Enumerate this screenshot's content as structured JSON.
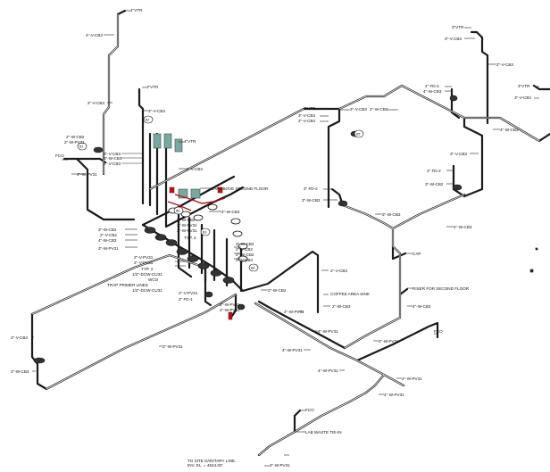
{
  "labels": {
    "vtr4_top": "4\"VTR",
    "v_cb3_4_top": "4\"-V-CB3",
    "vtr3_left": "3\"VTR",
    "v_cb3_3_left": "3\"-V-CB3",
    "v_cb3_2_left": "2\"-V-CB3",
    "w_cb2_2_left": "2\"-W-CB2",
    "w_pv31_2_left": "2\"-W-PV31",
    "fco_left": "FCO",
    "w_pv31_4_left": "4\"-W-PV31",
    "vtr4_mid": "4\"VTR",
    "v_cb3_4_mid": "4\"-V-CB3",
    "v_cb3_3_a": "3\"-V-CB3",
    "w_cb3_3_a": "3\"-W-CB3",
    "v_cb3_2_a": "2\"-V-CB3",
    "cap_above": "CAP ABOVE SECOND FLOOR",
    "w_cb2_4": "4\"-W-CB2",
    "w_cb2_3_a": "3\"-W-CB2",
    "v_cb2_2_a": "2\"-V-CB2",
    "w_cb3_4_a": "4\"-W-CB3",
    "w_pv31_3": "3\"-W-PV31",
    "typ4": "TYP. 4",
    "w_cb2_2_b": "2\"-W-CB2",
    "w_cb2_2_c": "2\"-W-CB2",
    "w_pv31_2_b": "2\"-W-PV31",
    "v_cb2_2_b": "2\"-V-CB2",
    "v_pv31_2_a": "2\"-V-PV31",
    "w_pv31_2_c": "2\"-W-PV31",
    "v_pv31_2_b": "2\"-V-PV31",
    "typ2": "TYP. 2",
    "dcw_cu_a": "1/2\"-DCW-CU31",
    "wco": "WCO",
    "trap_primer": "TRAP PRIMER LINES",
    "dcw_cu_b": "1/2\"-DCW-CU31",
    "v_pv31_2_c": "2\"-V-PV31",
    "fd1": "2\" FD-1",
    "w_pv31_2_d": "2\"-W-PV31",
    "w_pv31_4_b": "4\"-W-PV31",
    "w_cb2_2_d": "2\"-W-CB2",
    "v_cb3_2_b": "2\"-V-CB3",
    "coffee_sink": "COFFEE AREA SINK",
    "w_cb2_2_e": "2\"-W-CB2",
    "w_pv31_4_c": "4\"-W-PV31",
    "v_cb3_2_left_bot": "2\"-V-CB3",
    "w_cb3_2_left_bot": "2\"-W-CB3",
    "w_pv31_2_e": "2\"-W-PV31",
    "w_pv31_4_d": "4\"-W-PV31",
    "w_pv31_4_e": "4\"-W-PV31",
    "w_pv31_4_f": "4\"-W-PV31",
    "w_pv31_4_g": "4\"-W-PV31",
    "w_pv31_4_h": "4\"-W-PV31",
    "w_pv31_4_i": "4\"-W-PV31",
    "fco_bot": "FCO",
    "fco_right": "FCO",
    "lab_waste": "LAB WASTE TIE-IN",
    "to_site_1": "TO SITE SANITARY LINE.",
    "to_site_2": "INV. EL. = 4644.00'",
    "vtr3_mid": "3\"VTR",
    "v_cb3_3_mid": "3\"-V-CB3",
    "v_cb3_3_b": "3\"-V-CB3",
    "v_cb3_2_c": "2\"-V-CB3",
    "w_cb3_2_mid": "2\"-W-CB3",
    "fd2_a": "3\" FD-2",
    "w_cb3_3_b": "3\"-W-CB3",
    "w_cb3_3_c": "3\"-W-CB3",
    "w_cb3_4_b": "4\"-W-CB3",
    "cap": "CAP",
    "riser": "RISER FOR SECOND FLOOR",
    "w_cb2_4_b": "4\"-W-CB2",
    "vtr3_tr": "3\"VTR",
    "v_cb3_3_tr": "3\"-V-CB3",
    "v_cb3_2_tr": "2\"-V-CB3",
    "fd2_b": "4\" FD-2",
    "w_cb3_4_c": "4\"-W-CB3",
    "w_cb3_2_tr": "2\"-W-CB3",
    "w_cb3_4_d": "4\"-W-CB3",
    "v_cb3_3_r": "3\"-V-CB3",
    "fd2_c": "3\" FD-2",
    "w_cb2_3_r": "3\"-W-CB2",
    "vtr3_far": "3\"VTR",
    "v_cb3_3_far": "3\"-V-CB3"
  },
  "tags": {
    "t1": "B1",
    "t2": "B2",
    "t3": "B3",
    "t4": "B4",
    "t5": "B5",
    "t6": "B6"
  }
}
